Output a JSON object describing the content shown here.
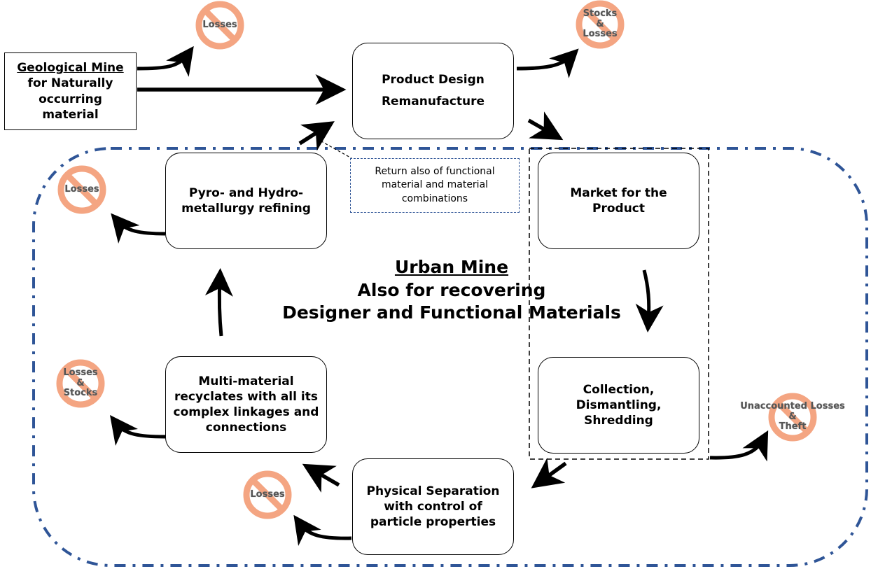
{
  "diagram": {
    "title": {
      "line1": "Urban Mine",
      "line2": "Also for recovering",
      "line3": "Designer and Functional Materials"
    },
    "nodes": {
      "geological_mine": {
        "line1": "Geological Mine",
        "line2": "for Naturally",
        "line3": "occurring material"
      },
      "product_design": {
        "line1": "Product Design",
        "line2": "Remanufacture"
      },
      "market": {
        "line1": "Market for the",
        "line2": "Product"
      },
      "collection": {
        "line1": "Collection,",
        "line2": "Dismantling,",
        "line3": "Shredding"
      },
      "physical_separation": {
        "line1": "Physical Separation",
        "line2": "with control of",
        "line3": "particle properties"
      },
      "multi_material": {
        "line1": "Multi-material",
        "line2": "recyclates with all its",
        "line3": "complex linkages and",
        "line4": "connections"
      },
      "pyro_hydro": {
        "line1": "Pyro- and Hydro-",
        "line2": "metallurgy refining"
      }
    },
    "note": {
      "line1": "Return also of functional",
      "line2": "material and material",
      "line3": "combinations"
    },
    "loss_markers": [
      {
        "id": "geo-losses",
        "lines": [
          "Losses"
        ]
      },
      {
        "id": "design-stocks-losses",
        "lines": [
          "Stocks",
          "&",
          "Losses"
        ]
      },
      {
        "id": "pyro-losses",
        "lines": [
          "Losses"
        ]
      },
      {
        "id": "multi-losses-stocks",
        "lines": [
          "Losses",
          "&",
          "Stocks"
        ]
      },
      {
        "id": "separation-losses",
        "lines": [
          "Losses"
        ]
      },
      {
        "id": "unaccounted-losses-theft",
        "lines": [
          "Unaccounted Losses",
          "&",
          "Theft"
        ]
      }
    ],
    "colors": {
      "urban_mine_border": "#2f5597",
      "loss_marker_fill": "#f4a582",
      "loss_marker_stroke": "#ee8a62",
      "arrow": "#000000"
    }
  }
}
